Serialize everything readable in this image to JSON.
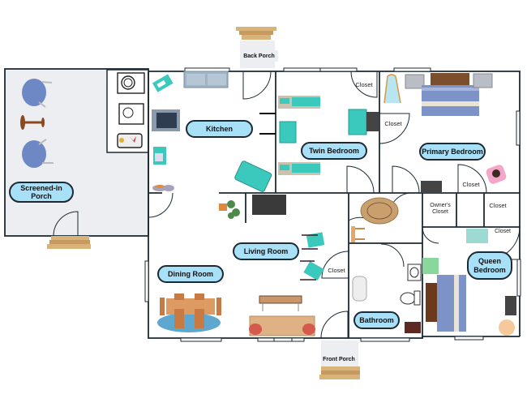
{
  "title": "House Floor Plan",
  "rooms": {
    "screened_porch": "Screened-in Porch",
    "kitchen": "Kitchen",
    "twin_bedroom": "Twin Bedroom",
    "primary_bedroom": "Primary Bedroom",
    "living_room": "Living Room",
    "dining_room": "Dining Room",
    "bathroom": "Bathroom",
    "queen_bedroom_line1": "Queen",
    "queen_bedroom_line2": "Bedroom"
  },
  "closets": {
    "twin": "Closet",
    "primary_left": "Closet",
    "primary_bottom": "Closet",
    "owners_line1": "Owner's",
    "owners_line2": "Closet",
    "hall_right": "Closet",
    "queen": "Closet",
    "living": "Closet"
  },
  "porches": {
    "back": "Back Porch",
    "front": "Front Porch"
  },
  "colors": {
    "label_fill": "#a8e0f8",
    "wall": "#1d2a33",
    "porch_floor": "#eceef1",
    "stair": "#d9b47a",
    "accent_teal": "#3cc9bd",
    "bed_blue": "#7d93c7"
  }
}
